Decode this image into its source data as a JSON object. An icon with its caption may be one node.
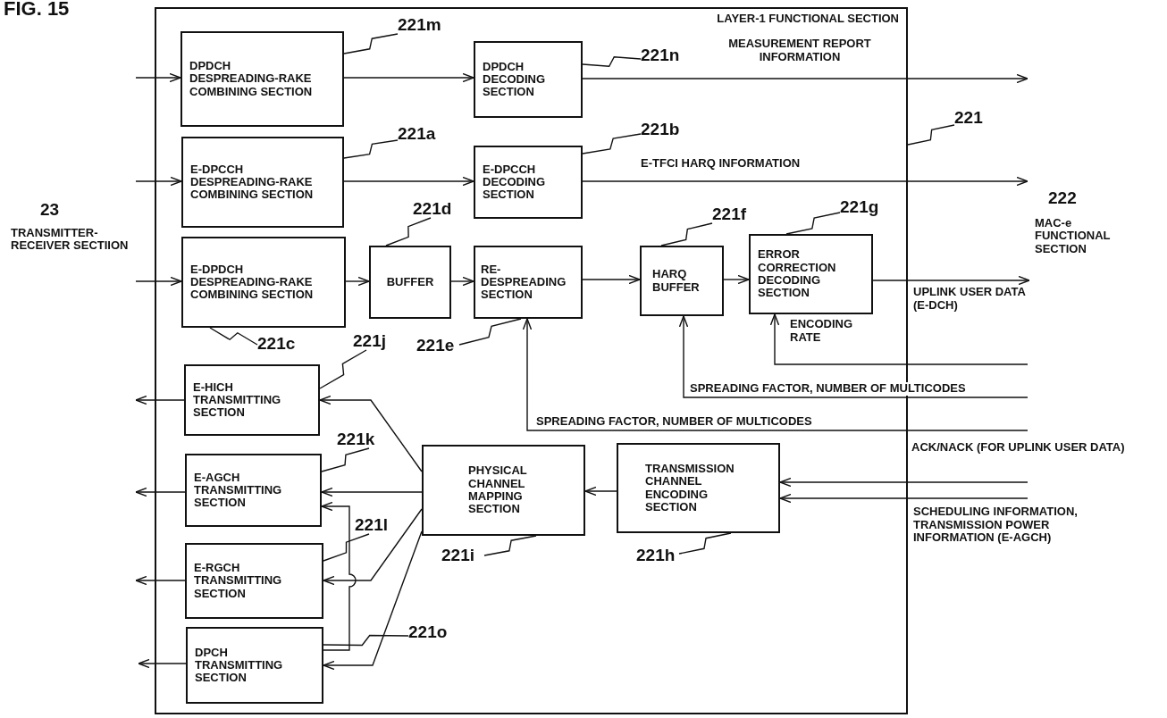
{
  "diagram": {
    "title": "FIG. 15",
    "nodes": [
      {
        "text": [
          "LAYER-1 FUNCTIONAL SECTION"
        ]
      },
      {
        "text": [
          "DPDCH DESPREADING-RAKE COMBINING SECTION"
        ],
        "in": 0
      },
      {
        "text": [
          "DPDCH DECODING SECTION"
        ],
        "in": 0
      },
      {
        "text": [
          "E-DPCCH DESPREADING-RAKE COMBINING SECTION"
        ],
        "in": 0
      },
      {
        "text": [
          "E-DPCCH DECODING SECTION"
        ],
        "in": 0
      },
      {
        "text": [
          "E-DPDCH DESPREADING-RAKE COMBINING SECTION"
        ],
        "in": 0
      },
      {
        "text": [
          "BUFFER"
        ],
        "in": 0
      },
      {
        "text": [
          "RE-DESPREADING SECTION"
        ],
        "in": 0
      },
      {
        "text": [
          "HARQ BUFFER"
        ],
        "in": 0
      },
      {
        "text": [
          "ERROR CORRECTION DECODING SECTION"
        ],
        "in": 0
      },
      {
        "text": [
          "E-HICH TRANSMITTING SECTION"
        ],
        "in": 0
      },
      {
        "text": [
          "E-AGCH TRANSMITTING SECTION"
        ],
        "in": 0
      },
      {
        "text": [
          "E-RGCH TRANSMITTING SECTION"
        ],
        "in": 0
      },
      {
        "text": [
          "DPCH TRANSMITTING SECTION"
        ],
        "in": 0
      },
      {
        "text": [
          "PHYSICAL CHANNEL MAPPING SECTION"
        ],
        "in": 0
      },
      {
        "text": [
          "TRANSMISSION CHANNEL ENCODING SECTION"
        ],
        "in": 0
      },
      {
        "text": [
          "221m"
        ],
        "in": 0
      },
      {
        "text": [
          "221n"
        ],
        "in": 0
      },
      {
        "text": [
          "221a"
        ],
        "in": 0
      },
      {
        "text": [
          "221b"
        ],
        "in": 0
      },
      {
        "text": [
          "221d"
        ],
        "in": 0
      },
      {
        "text": [
          "221f"
        ],
        "in": 0
      },
      {
        "text": [
          "221g"
        ],
        "in": 0
      },
      {
        "text": [
          "221c"
        ],
        "in": 0
      },
      {
        "text": [
          "221e"
        ],
        "in": 0
      },
      {
        "text": [
          "221j"
        ],
        "in": 0
      },
      {
        "text": [
          "221k"
        ],
        "in": 0
      },
      {
        "text": [
          "221l"
        ],
        "in": 0
      },
      {
        "text": [
          "221o"
        ],
        "in": 0
      },
      {
        "text": [
          "221i"
        ],
        "in": 0
      },
      {
        "text": [
          "221h"
        ],
        "in": 0
      },
      {
        "text": [
          "221"
        ]
      }
    ],
    "edges": [
      {
        "from": null,
        "to": 1,
        "arrow": "to"
      },
      {
        "from": null,
        "to": 3,
        "arrow": "to"
      },
      {
        "from": null,
        "to": 5,
        "arrow": "to"
      },
      {
        "from": 1,
        "to": 2,
        "arrow": "to"
      },
      {
        "from": 3,
        "to": 4,
        "arrow": "to"
      },
      {
        "from": 5,
        "to": 6,
        "arrow": "to"
      },
      {
        "from": 6,
        "to": 7,
        "arrow": "to"
      },
      {
        "from": 7,
        "to": 8,
        "arrow": "to"
      },
      {
        "from": 8,
        "to": 9,
        "arrow": "to"
      },
      {
        "from": 2,
        "to": null,
        "arrow": "to",
        "label": "MEASUREMENT REPORT INFORMATION"
      },
      {
        "from": 4,
        "to": null,
        "arrow": "to",
        "label": "E-TFCI HARQ INFORMATION"
      },
      {
        "from": 9,
        "to": null,
        "arrow": "to",
        "label": "UPLINK USER DATA (E-DCH)"
      },
      {
        "from": null,
        "to": 9,
        "arrow": "to",
        "label": "ENCODING RATE"
      },
      {
        "from": null,
        "to": 8,
        "arrow": "to",
        "label": "SPREADING FACTOR, NUMBER OF MULTICODES"
      },
      {
        "from": null,
        "to": 7,
        "arrow": "to",
        "label": "SPREADING FACTOR, NUMBER OF MULTICODES"
      },
      {
        "from": null,
        "to": 15,
        "arrow": "to",
        "label": "ACK/NACK (FOR UPLINK USER DATA)"
      },
      {
        "from": null,
        "to": 15,
        "arrow": "to",
        "label": "SCHEDULING INFORMATION, TRANSMISSION POWER INFORMATION (E-AGCH)"
      },
      {
        "from": 15,
        "to": 14,
        "arrow": "to"
      },
      {
        "from": 14,
        "to": 10,
        "arrow": "to"
      },
      {
        "from": 14,
        "to": 11,
        "arrow": "to"
      },
      {
        "from": 14,
        "to": 12,
        "arrow": "to"
      },
      {
        "from": 14,
        "to": 13,
        "arrow": "to"
      },
      {
        "from": 13,
        "to": 11,
        "arrow": "to"
      },
      {
        "from": 10,
        "to": null,
        "arrow": "to"
      },
      {
        "from": 11,
        "to": null,
        "arrow": "to"
      },
      {
        "from": 12,
        "to": null,
        "arrow": "to"
      },
      {
        "from": 13,
        "to": null,
        "arrow": "to"
      },
      {
        "from": 16,
        "to": 1,
        "arrow": "none"
      },
      {
        "from": 17,
        "to": 2,
        "arrow": "none"
      },
      {
        "from": 18,
        "to": 3,
        "arrow": "none"
      },
      {
        "from": 19,
        "to": 4,
        "arrow": "none"
      },
      {
        "from": 20,
        "to": 6,
        "arrow": "none"
      },
      {
        "from": 21,
        "to": 8,
        "arrow": "none"
      },
      {
        "from": 22,
        "to": 9,
        "arrow": "none"
      },
      {
        "from": 23,
        "to": 5,
        "arrow": "none"
      },
      {
        "from": 24,
        "to": 7,
        "arrow": "none"
      },
      {
        "from": 25,
        "to": 10,
        "arrow": "none"
      },
      {
        "from": 26,
        "to": 11,
        "arrow": "none"
      },
      {
        "from": 27,
        "to": 12,
        "arrow": "none"
      },
      {
        "from": 28,
        "to": 13,
        "arrow": "none"
      },
      {
        "from": 29,
        "to": 14,
        "arrow": "none"
      },
      {
        "from": 30,
        "to": 15,
        "arrow": "none"
      },
      {
        "from": 31,
        "to": 0,
        "arrow": "none"
      }
    ],
    "labels": [
      "23",
      "TRANSMITTER-RECEIVER SECTIION",
      "222",
      "MAC-e FUNCTIONAL SECTION"
    ]
  }
}
